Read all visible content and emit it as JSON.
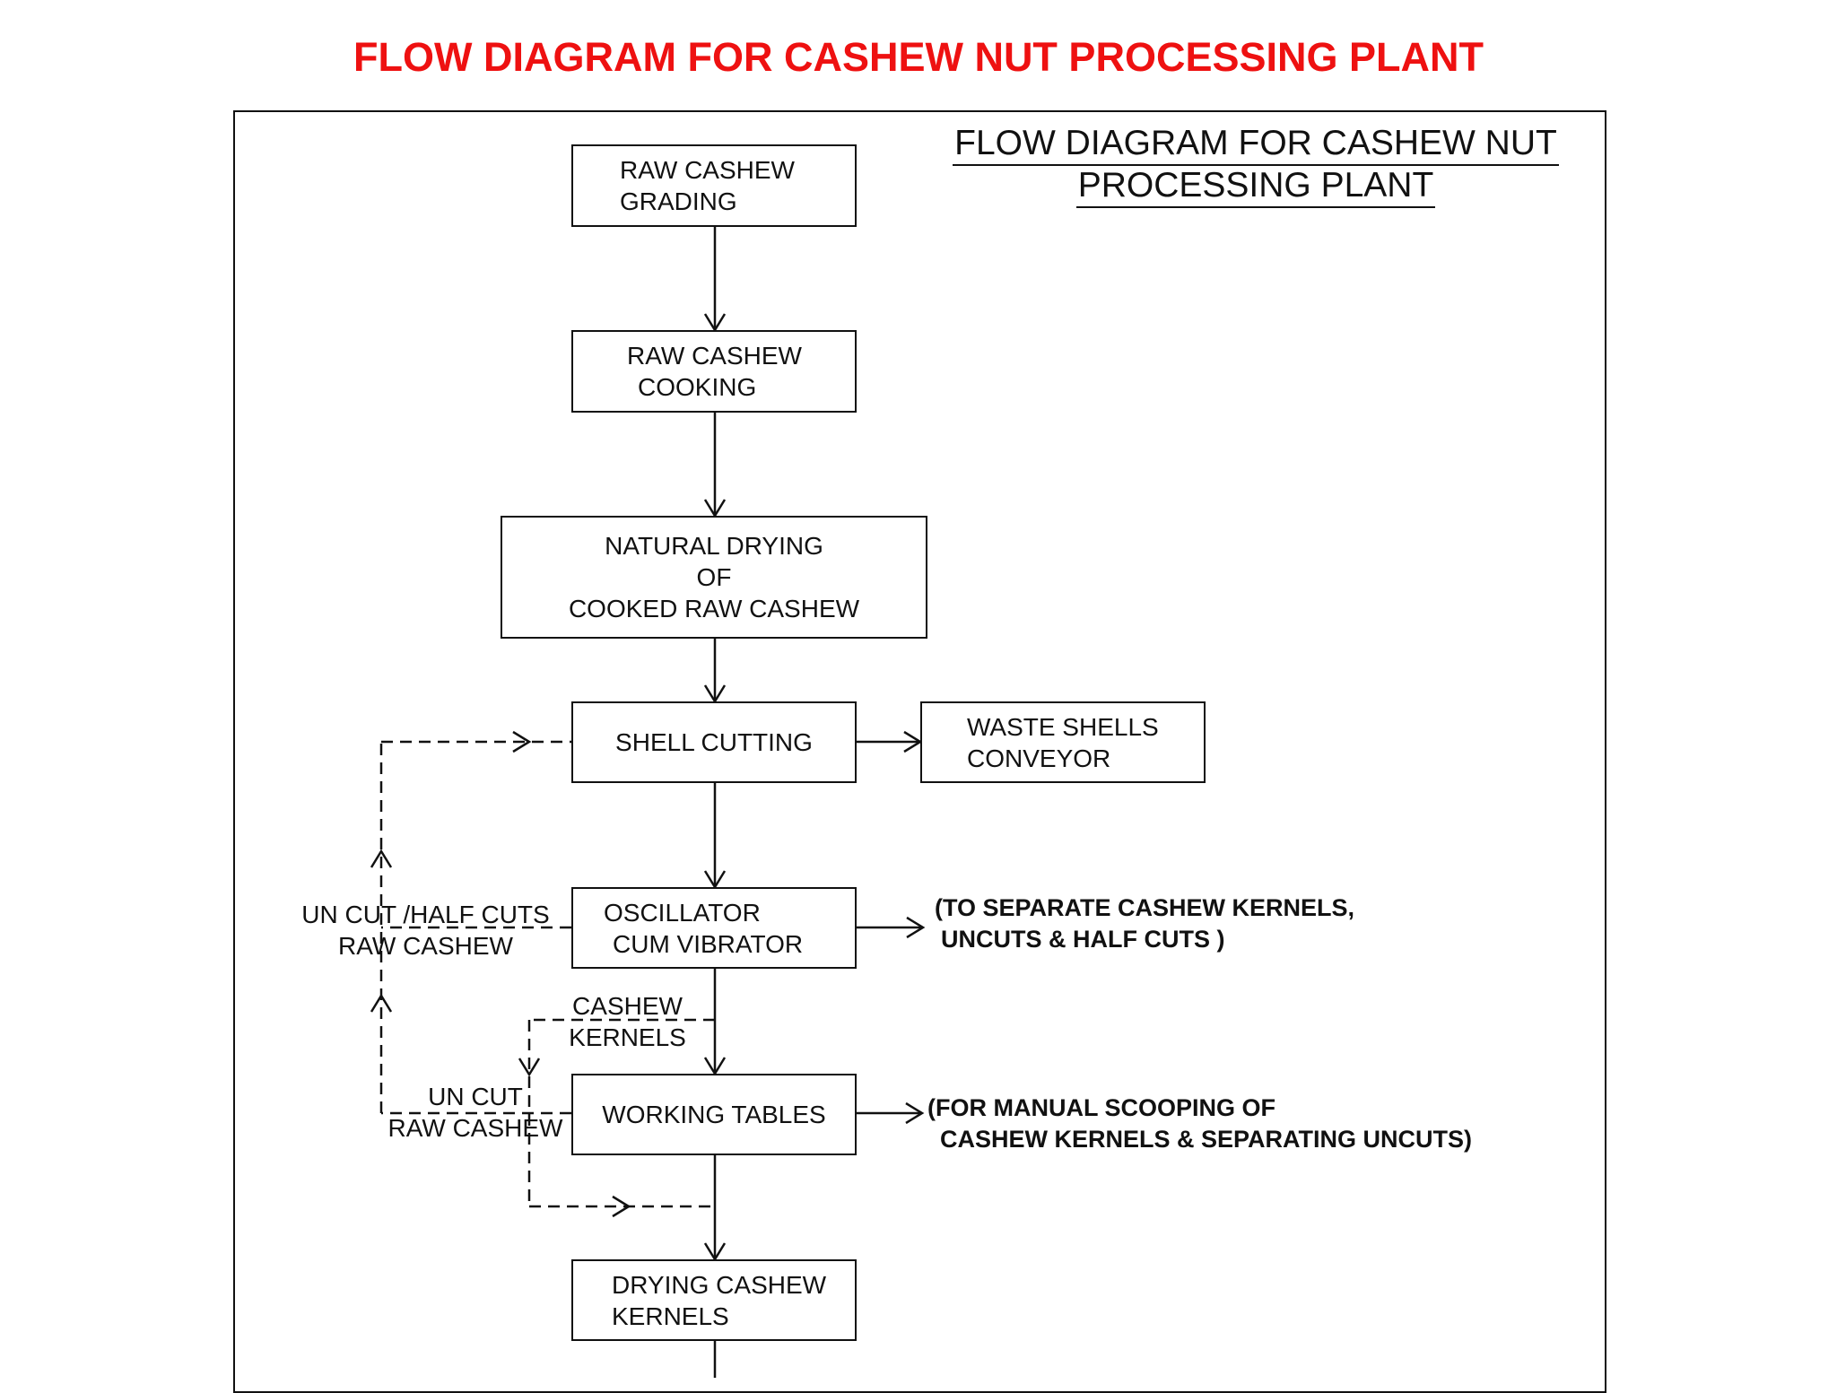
{
  "header": {
    "title": "FLOW DIAGRAM FOR CASHEW NUT PROCESSING PLANT",
    "title_color": "#ee1111"
  },
  "diagram": {
    "inner_title": [
      "FLOW DIAGRAM FOR CASHEW NUT",
      "PROCESSING PLANT"
    ],
    "nodes": {
      "grading": [
        "RAW CASHEW",
        "GRADING"
      ],
      "cooking": [
        "RAW CASHEW",
        "COOKING"
      ],
      "drying": [
        "NATURAL DRYING",
        "OF",
        "COOKED RAW CASHEW"
      ],
      "shell_cutting": [
        "SHELL CUTTING"
      ],
      "waste": [
        "WASTE SHELLS",
        "CONVEYOR"
      ],
      "oscillator": [
        "OSCILLATOR",
        "CUM VIBRATOR"
      ],
      "working": [
        "WORKING TABLES"
      ],
      "drying_kernels": [
        "DRYING CASHEW",
        "KERNELS"
      ]
    },
    "edge_labels": {
      "uncut_half": [
        "UN CUT /HALF CUTS",
        "RAW CASHEW"
      ],
      "cashew_kernels": [
        "CASHEW",
        "KERNELS"
      ],
      "uncut": [
        "UN CUT",
        "RAW CASHEW"
      ]
    },
    "notes": {
      "oscillator": [
        "(TO SEPARATE CASHEW KERNELS,",
        "UNCUTS & HALF CUTS )"
      ],
      "working": [
        "(FOR MANUAL SCOOPING OF",
        "CASHEW KERNELS & SEPARATING UNCUTS)"
      ]
    },
    "line_color": "#111111"
  }
}
